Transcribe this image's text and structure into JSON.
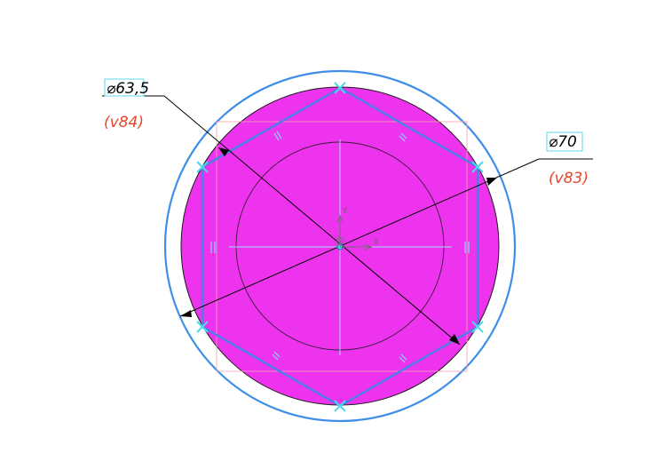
{
  "dimensions": {
    "inner_diameter": {
      "value_label": "⌀63,5",
      "variable_label": "(v84)"
    },
    "outer_diameter": {
      "value_label": "⌀70",
      "variable_label": "(v83)"
    }
  },
  "axes": {
    "y_label": "Y",
    "x_label": "X"
  },
  "colors": {
    "background": "#ffffff",
    "fill": "#ee33ee",
    "outer_circle": "#3f8fe8",
    "hexagon": "#4c7fe6",
    "vertex_marker": "#4ed8ec",
    "dimension_line": "#000000",
    "dimension_text": "#000000",
    "variable_text": "#e8452a",
    "label_frame": "#61d9e8",
    "axis": "#9fe2ff"
  },
  "icons": {
    "vertex_marker": "x-cross-icon",
    "origin_marker": "origin-point-icon",
    "parallel_constraint": "equal-length-constraint-icon"
  }
}
